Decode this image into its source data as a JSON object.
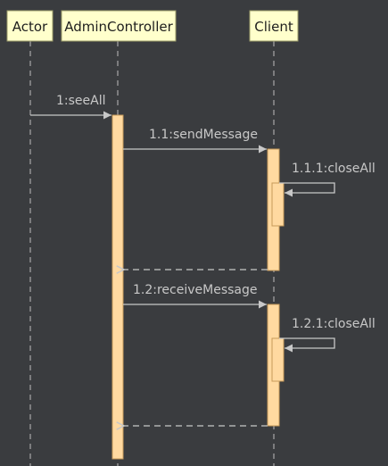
{
  "diagram": {
    "type": "sequence",
    "colors": {
      "background": "#3a3c3f",
      "header_fill": "#ffffcc",
      "header_border": "#9c9c6a",
      "lifeline": "#bdbdbd",
      "activation_fill": "#ffd9a0",
      "activation_border": "#c79a5a",
      "arrow": "#c8c8c8",
      "label": "#c8c8c8"
    },
    "participants": [
      {
        "id": "actor",
        "label": "Actor"
      },
      {
        "id": "admin",
        "label": "AdminController"
      },
      {
        "id": "client",
        "label": "Client"
      }
    ],
    "messages": [
      {
        "id": "m1",
        "label": "1:seeAll",
        "from": "actor",
        "to": "admin",
        "kind": "sync"
      },
      {
        "id": "m11",
        "label": "1.1:sendMessage",
        "from": "admin",
        "to": "client",
        "kind": "sync"
      },
      {
        "id": "m111",
        "label": "1.1.1:closeAll",
        "from": "client",
        "to": "client",
        "kind": "self"
      },
      {
        "id": "r1",
        "label": "",
        "from": "client",
        "to": "admin",
        "kind": "return"
      },
      {
        "id": "m12",
        "label": "1.2:receiveMessage",
        "from": "admin",
        "to": "client",
        "kind": "sync"
      },
      {
        "id": "m121",
        "label": "1.2.1:closeAll",
        "from": "client",
        "to": "client",
        "kind": "self"
      },
      {
        "id": "r2",
        "label": "",
        "from": "client",
        "to": "admin",
        "kind": "return"
      }
    ]
  }
}
